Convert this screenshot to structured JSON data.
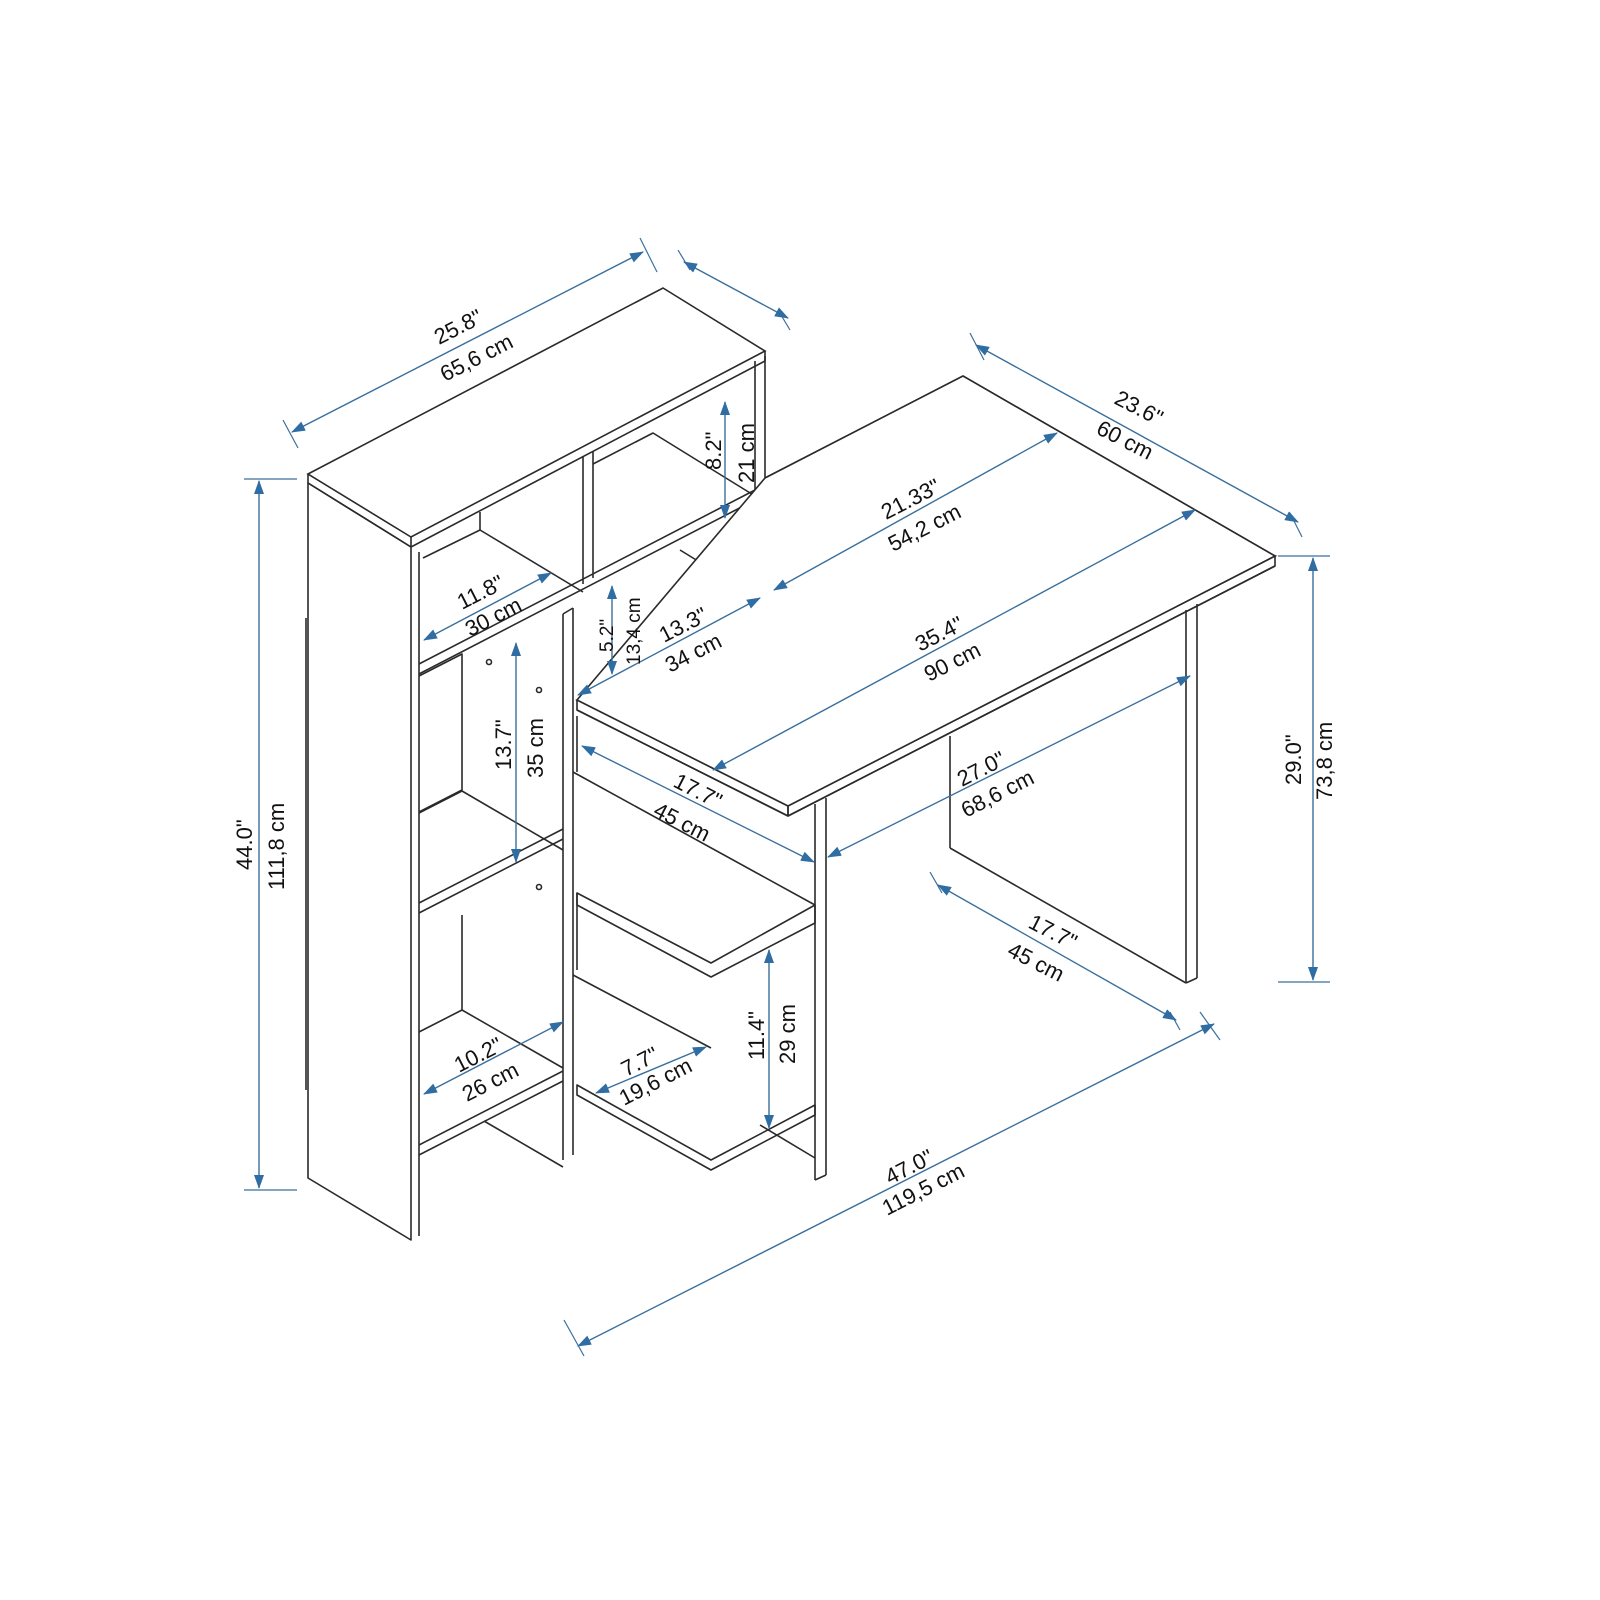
{
  "dimensions": {
    "top_width": {
      "in": "25.8\"",
      "cm": "65,6 cm"
    },
    "top_depth": {
      "in": "23.6\"",
      "cm": "60 cm"
    },
    "inner_desk_depth": {
      "in": "21.33\"",
      "cm": "54,2 cm"
    },
    "desk_width": {
      "in": "35.4\"",
      "cm": "90 cm"
    },
    "shelf_top_height": {
      "in": "8.2\"",
      "cm": "21 cm"
    },
    "cubby_width": {
      "in": "11.8\"",
      "cm": "30 cm"
    },
    "small_gap": {
      "in": "5.2\"",
      "cm": "13,4 cm"
    },
    "mid_depth": {
      "in": "13.3\"",
      "cm": "34 cm"
    },
    "mid_shelf_height": {
      "in": "13.7\"",
      "cm": "35 cm"
    },
    "left_depth": {
      "in": "17.7\"",
      "cm": "45 cm"
    },
    "leg_clearance": {
      "in": "27.0\"",
      "cm": "68,6 cm"
    },
    "leg_depth": {
      "in": "17.7\"",
      "cm": "45 cm"
    },
    "desk_height": {
      "in": "29.0\"",
      "cm": "73,8 cm"
    },
    "total_height": {
      "in": "44.0\"",
      "cm": "111,8 cm"
    },
    "low_cubby_width": {
      "in": "10.2\"",
      "cm": "26 cm"
    },
    "low_shelf_width": {
      "in": "7.7\"",
      "cm": "19,6 cm"
    },
    "low_shelf_height": {
      "in": "11.4\"",
      "cm": "29 cm"
    },
    "total_width": {
      "in": "47.0\"",
      "cm": "119,5 cm"
    }
  }
}
